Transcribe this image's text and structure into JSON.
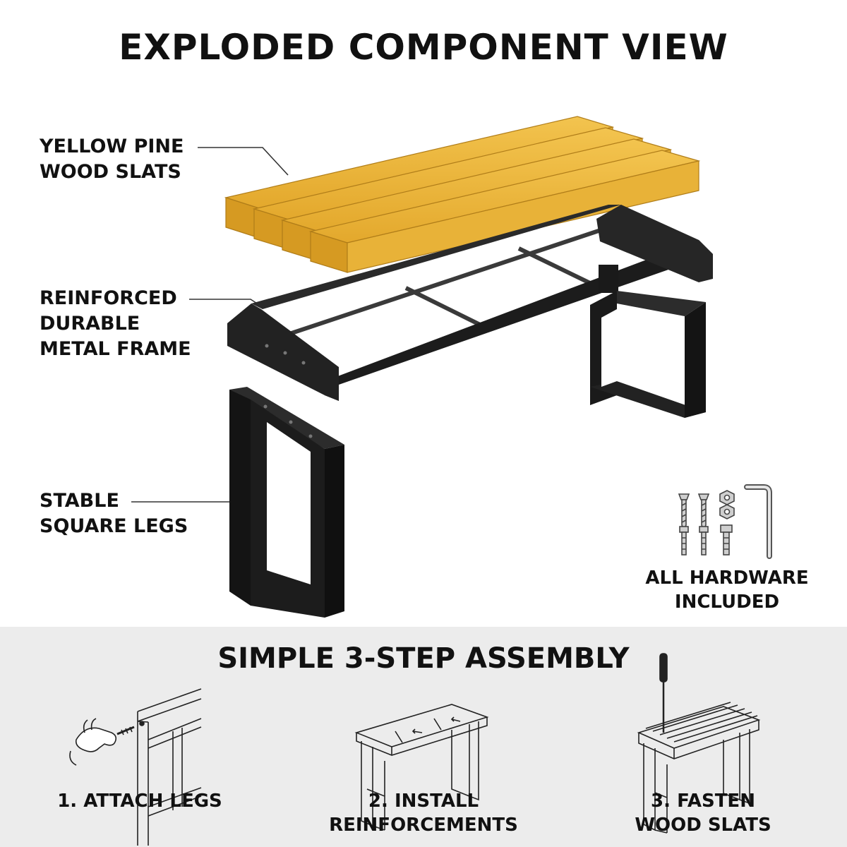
{
  "title": "EXPLODED COMPONENT VIEW",
  "callouts": {
    "slats": [
      "YELLOW PINE",
      "WOOD SLATS"
    ],
    "frame": [
      "REINFORCED",
      "DURABLE",
      "METAL FRAME"
    ],
    "legs": [
      "STABLE",
      "SQUARE LEGS"
    ]
  },
  "hardware": [
    "ALL HARDWARE",
    "INCLUDED"
  ],
  "assembly": {
    "title": "SIMPLE 3-STEP ASSEMBLY",
    "steps": [
      [
        "1. ATTACH LEGS"
      ],
      [
        "2. INSTALL",
        "REINFORCEMENTS"
      ],
      [
        "3. FASTEN",
        "WOOD SLATS"
      ]
    ]
  },
  "colors": {
    "wood": "#e6ad32",
    "metal": "#1e1e1e",
    "panel": "#ececec"
  },
  "icons": [
    "screw-icon",
    "bolt-icon",
    "nut-icon",
    "hex-key-icon",
    "hand-icon",
    "screwdriver-icon"
  ]
}
